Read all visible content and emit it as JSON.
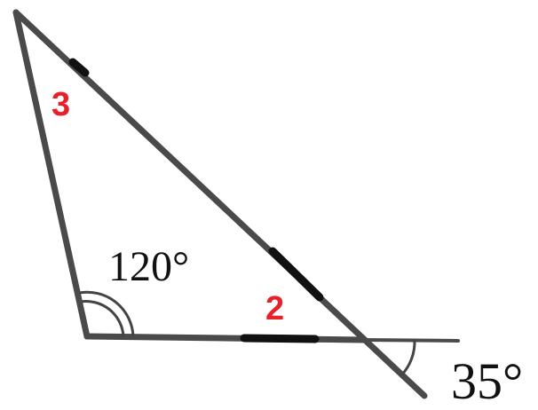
{
  "labels": {
    "angle_a": "120°",
    "angle_b": "35°",
    "num_2": "2",
    "num_3": "3"
  },
  "colors": {
    "line": "#4a4a4a",
    "tick": "#111111",
    "number_label": "#e8202a"
  }
}
